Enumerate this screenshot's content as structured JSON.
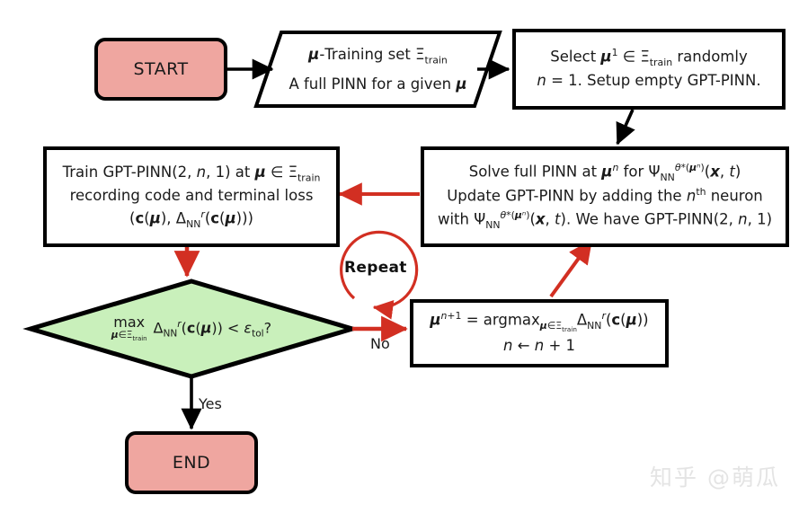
{
  "diagram": {
    "title": "GPT-PINN greedy training algorithm flowchart",
    "colors": {
      "terminal_fill": "#efa6a0",
      "decision_fill": "#c9f0bb",
      "process_fill": "#ffffff",
      "stroke": "#000000",
      "red_arrow": "#d22f22",
      "black_arrow": "#000000",
      "watermark": "#e4e4e4"
    }
  },
  "nodes": {
    "start": {
      "label": "START",
      "shape": "rounded-rect-terminal"
    },
    "inputs": {
      "shape": "parallelogram",
      "line1_plain": "μ-Training set Ξ_train",
      "line2_plain": "A full PINN for a given μ"
    },
    "init": {
      "shape": "rect",
      "line1_plain": "Select μ¹ ∈ Ξ_train randomly",
      "line2_plain": "n = 1. Setup empty GPT-PINN."
    },
    "solve": {
      "shape": "rect",
      "line1_plain": "Solve full PINN at μⁿ for Ψ_NN^{θ*(μⁿ)}(x, t)",
      "line2_plain": "Update GPT-PINN by adding the n-th neuron",
      "line3_plain": "with Ψ_NN^{θ*(μⁿ)}(x, t). We have GPT-PINN(2, n, 1)"
    },
    "train": {
      "shape": "rect",
      "line1_plain": "Train GPT-PINN(2, n, 1) at μ ∈ Ξ_train",
      "line2_plain": "recording code and terminal loss",
      "line3_plain": "(c(μ), Δ^r_NN(c(μ)))"
    },
    "decision": {
      "shape": "diamond",
      "text_plain": "max over μ ∈ Ξ_train of Δ^r_NN(c(μ)) < ε_tol ?"
    },
    "update": {
      "shape": "rect",
      "line1_plain": "μ^{n+1} = argmax_{μ ∈ Ξ_train} Δ^r_NN(c(μ))",
      "line2_plain": "n ← n + 1"
    },
    "end": {
      "label": "END",
      "shape": "rounded-rect-terminal"
    }
  },
  "edge_labels": {
    "yes": "Yes",
    "no": "No",
    "repeat": "Repeat"
  },
  "watermark": {
    "text": "知乎 @萌瓜"
  }
}
